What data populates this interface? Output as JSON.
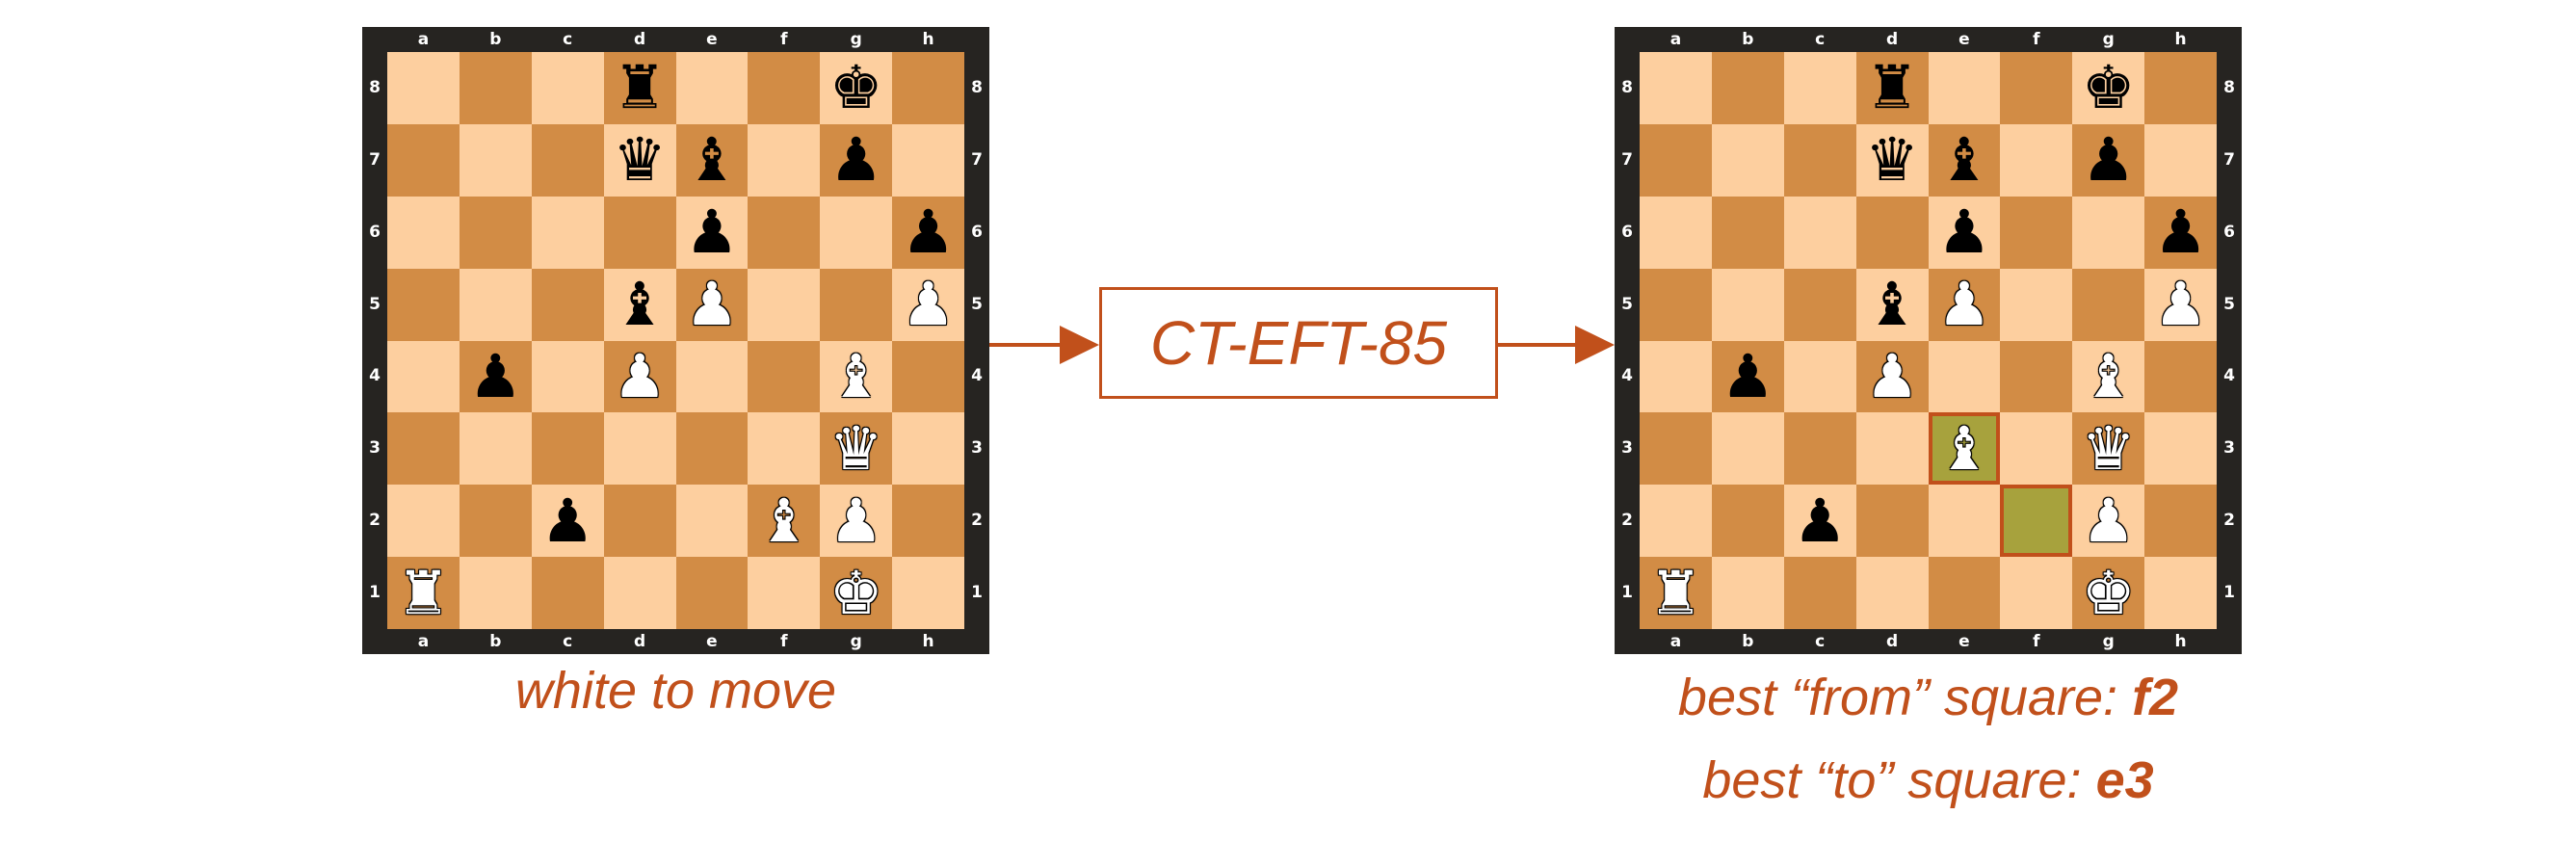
{
  "files": [
    "a",
    "b",
    "c",
    "d",
    "e",
    "f",
    "g",
    "h"
  ],
  "ranks": [
    "8",
    "7",
    "6",
    "5",
    "4",
    "3",
    "2",
    "1"
  ],
  "model_label": "CT-EFT-85",
  "left_caption": "white to move",
  "right_caption": {
    "from_prefix": "best “from” square: ",
    "from_square": "f2",
    "to_prefix": "best “to” square: ",
    "to_square": "e3"
  },
  "colors": {
    "accent": "#c1501b",
    "light_square": "#fdcf9f",
    "dark_square": "#d28c45",
    "highlight": "#a7a23d",
    "frame": "#262421"
  },
  "boards": {
    "left": {
      "pieces": [
        {
          "square": "d8",
          "piece": "rook",
          "color": "black"
        },
        {
          "square": "g8",
          "piece": "king",
          "color": "black"
        },
        {
          "square": "d7",
          "piece": "queen",
          "color": "black"
        },
        {
          "square": "e7",
          "piece": "bishop",
          "color": "black"
        },
        {
          "square": "g7",
          "piece": "pawn",
          "color": "black"
        },
        {
          "square": "e6",
          "piece": "pawn",
          "color": "black"
        },
        {
          "square": "h6",
          "piece": "pawn",
          "color": "black"
        },
        {
          "square": "d5",
          "piece": "bishop",
          "color": "black"
        },
        {
          "square": "e5",
          "piece": "pawn",
          "color": "white"
        },
        {
          "square": "h5",
          "piece": "pawn",
          "color": "white"
        },
        {
          "square": "b4",
          "piece": "pawn",
          "color": "black"
        },
        {
          "square": "d4",
          "piece": "pawn",
          "color": "white"
        },
        {
          "square": "g4",
          "piece": "bishop",
          "color": "white"
        },
        {
          "square": "g3",
          "piece": "queen",
          "color": "white"
        },
        {
          "square": "c2",
          "piece": "pawn",
          "color": "black"
        },
        {
          "square": "f2",
          "piece": "bishop",
          "color": "white"
        },
        {
          "square": "g2",
          "piece": "pawn",
          "color": "white"
        },
        {
          "square": "a1",
          "piece": "rook",
          "color": "white"
        },
        {
          "square": "g1",
          "piece": "king",
          "color": "white"
        }
      ],
      "highlights": []
    },
    "right": {
      "pieces": [
        {
          "square": "d8",
          "piece": "rook",
          "color": "black"
        },
        {
          "square": "g8",
          "piece": "king",
          "color": "black"
        },
        {
          "square": "d7",
          "piece": "queen",
          "color": "black"
        },
        {
          "square": "e7",
          "piece": "bishop",
          "color": "black"
        },
        {
          "square": "g7",
          "piece": "pawn",
          "color": "black"
        },
        {
          "square": "e6",
          "piece": "pawn",
          "color": "black"
        },
        {
          "square": "h6",
          "piece": "pawn",
          "color": "black"
        },
        {
          "square": "d5",
          "piece": "bishop",
          "color": "black"
        },
        {
          "square": "e5",
          "piece": "pawn",
          "color": "white"
        },
        {
          "square": "h5",
          "piece": "pawn",
          "color": "white"
        },
        {
          "square": "b4",
          "piece": "pawn",
          "color": "black"
        },
        {
          "square": "d4",
          "piece": "pawn",
          "color": "white"
        },
        {
          "square": "g4",
          "piece": "bishop",
          "color": "white"
        },
        {
          "square": "e3",
          "piece": "bishop",
          "color": "white"
        },
        {
          "square": "g3",
          "piece": "queen",
          "color": "white"
        },
        {
          "square": "c2",
          "piece": "pawn",
          "color": "black"
        },
        {
          "square": "g2",
          "piece": "pawn",
          "color": "white"
        },
        {
          "square": "a1",
          "piece": "rook",
          "color": "white"
        },
        {
          "square": "g1",
          "piece": "king",
          "color": "white"
        }
      ],
      "highlights": [
        "e3",
        "f2"
      ]
    }
  }
}
